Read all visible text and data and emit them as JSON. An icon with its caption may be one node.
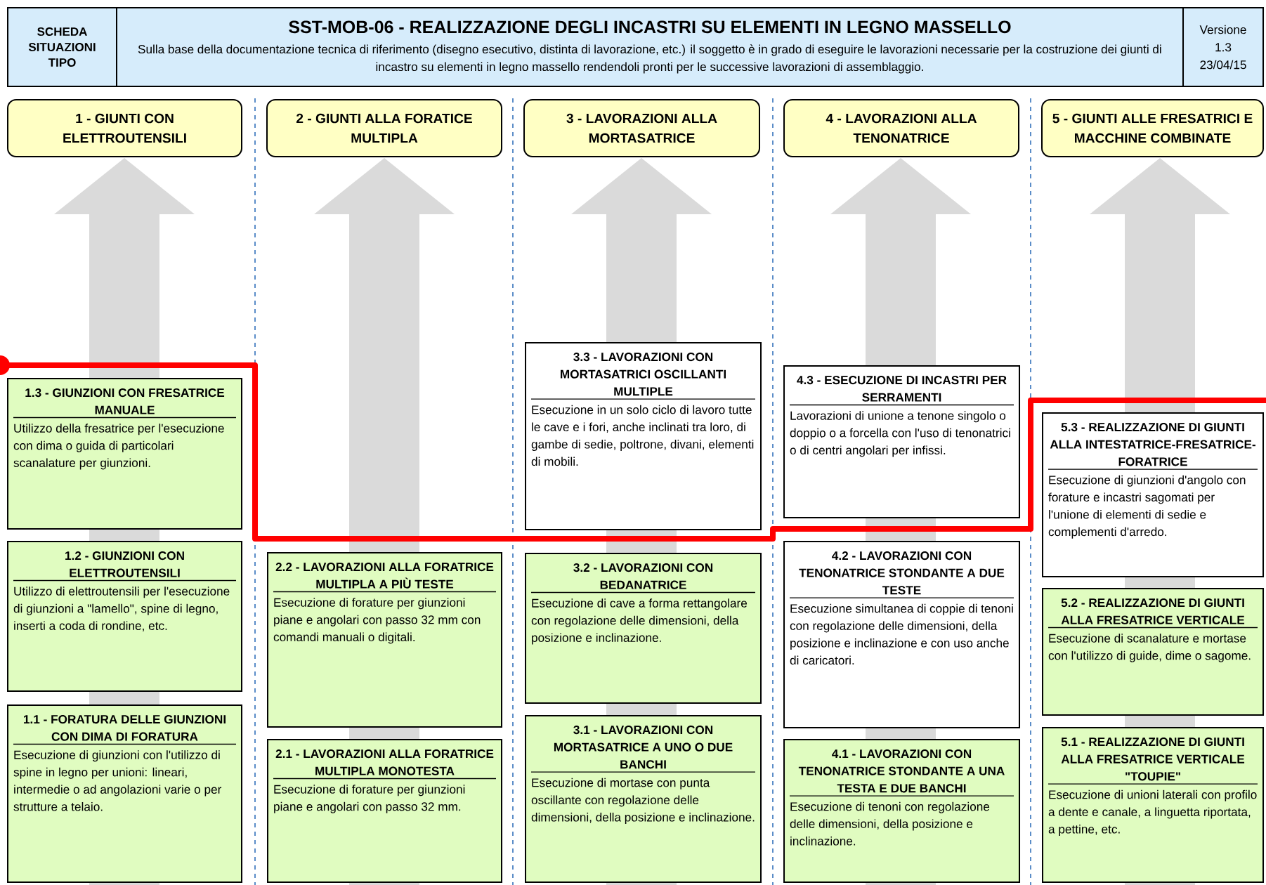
{
  "diagram": {
    "nodes": [
      {
        "text": [
          "SCHEDA SITUAZIONI TIPO"
        ]
      },
      {
        "text": [
          "SST-MOB-06  -  REALIZZAZIONE DEGLI INCASTRI SU ELEMENTI IN LEGNO MASSELLO",
          "Sulla base della documentazione tecnica di riferimento (disegno esecutivo, distinta di lavorazione, etc.) il soggetto è in grado di eseguire le lavorazioni necessarie per la costruzione dei giunti di incastro su elementi in legno massello rendendoli pronti per le successive lavorazioni di assemblaggio."
        ]
      },
      {
        "text": [
          "Versione",
          "1.3",
          "23/04/15"
        ]
      },
      {
        "text": [
          "1 - GIUNTI CON ELETTROUTENSILI"
        ]
      },
      {
        "text": [
          "2 - GIUNTI ALLA FORATICE MULTIPLA"
        ]
      },
      {
        "text": [
          "3 - LAVORAZIONI ALLA MORTASATRICE"
        ]
      },
      {
        "text": [
          "4 - LAVORAZIONI ALLA TENONATRICE"
        ]
      },
      {
        "text": [
          "5 - GIUNTI ALLE FRESATRICI E MACCHINE COMBINATE"
        ]
      },
      {
        "text": [
          "1.3 - GIUNZIONI CON FRESATRICE MANUALE",
          "Utilizzo della fresatrice per l'esecuzione con dima o guida di particolari scanalature per giunzioni."
        ]
      },
      {
        "text": [
          "1.2 - GIUNZIONI CON ELETTROUTENSILI",
          "Utilizzo di elettroutensili per l'esecuzione di giunzioni a \"lamello\", spine di legno, inserti a coda di rondine, etc."
        ]
      },
      {
        "text": [
          "1.1 - FORATURA DELLE GIUNZIONI CON DIMA DI FORATURA",
          "Esecuzione di giunzioni con l'utilizzo di spine in legno per unioni: lineari, intermedie o ad angolazioni varie o per strutture a telaio."
        ]
      },
      {
        "text": [
          "2.2 - LAVORAZIONI ALLA FORATRICE MULTIPLA A PIÙ TESTE",
          "Esecuzione di forature per giunzioni piane e angolari con passo 32 mm con comandi manuali o digitali."
        ]
      },
      {
        "text": [
          "2.1 - LAVORAZIONI ALLA FORATRICE MULTIPLA MONOTESTA",
          "Esecuzione di forature per giunzioni piane e angolari con passo 32 mm."
        ]
      },
      {
        "text": [
          "3.3 - LAVORAZIONI CON MORTASATRICI OSCILLANTI MULTIPLE",
          "Esecuzione in un solo ciclo di lavoro tutte le cave e i fori, anche inclinati tra loro, di gambe di sedie, poltrone, divani, elementi di mobili."
        ]
      },
      {
        "text": [
          "3.2 - LAVORAZIONI CON BEDANATRICE",
          "Esecuzione di cave a forma rettangolare con regolazione delle dimensioni, della posizione e inclinazione."
        ]
      },
      {
        "text": [
          "3.1 - LAVORAZIONI CON MORTASATRICE A UNO O DUE BANCHI",
          "Esecuzione di mortase con punta oscillante con regolazione delle dimensioni, della posizione e inclinazione."
        ]
      },
      {
        "text": [
          "4.3 - ESECUZIONE DI INCASTRI PER SERRAMENTI",
          "Lavorazioni di unione a tenone singolo o doppio o a forcella con l'uso di tenonatrici o di centri angolari per infissi."
        ]
      },
      {
        "text": [
          "4.2 - LAVORAZIONI CON TENONATRICE STONDANTE A DUE TESTE",
          "Esecuzione simultanea di coppie di tenoni con regolazione delle dimensioni, della posizione e inclinazione e con uso anche di caricatori."
        ]
      },
      {
        "text": [
          "4.1 - LAVORAZIONI CON TENONATRICE STONDANTE A UNA TESTA E DUE BANCHI",
          "Esecuzione di tenoni con regolazione delle dimensioni, della posizione e inclinazione."
        ]
      },
      {
        "text": [
          "5.3 - REALIZZAZIONE DI GIUNTI ALLA INTESTATRICE-FRESATRICE-FORATRICE",
          "Esecuzione di giunzioni d'angolo con forature e incastri sagomati per l'unione di elementi di sedie e complementi d'arredo."
        ]
      },
      {
        "text": [
          "5.2 - REALIZZAZIONE DI GIUNTI ALLA FRESATRICE VERTICALE",
          "Esecuzione di scanalature e mortase con l'utilizzo di guide, dime o sagome."
        ]
      },
      {
        "text": [
          "5.1 - REALIZZAZIONE DI GIUNTI ALLA FRESATRICE VERTICALE \"TOUPIE\"",
          "Esecuzione di unioni laterali con profilo a dente e canale, a linguetta riportata, a pettine, etc."
        ]
      }
    ]
  }
}
